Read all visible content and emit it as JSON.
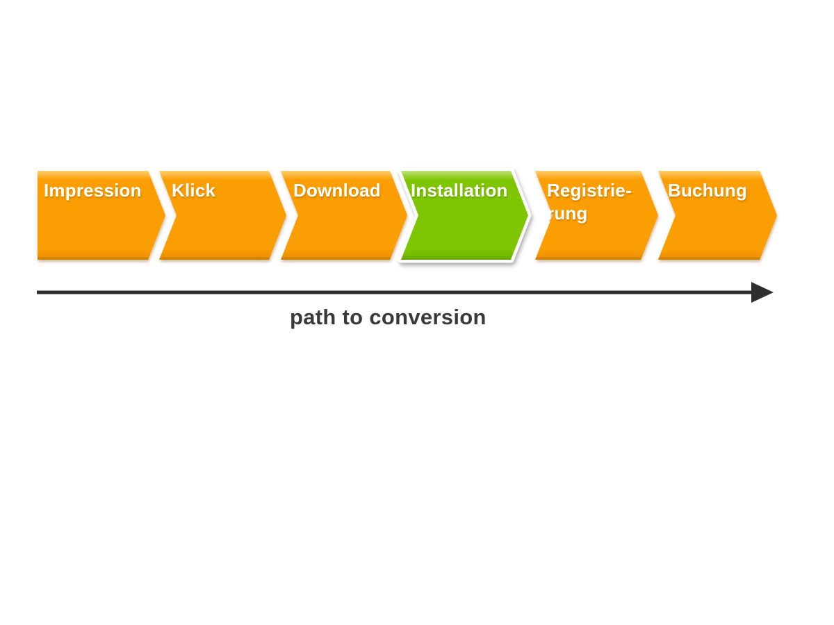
{
  "slide": {
    "steps": [
      {
        "label": "Impression",
        "state": "default"
      },
      {
        "label": "Klick",
        "state": "default"
      },
      {
        "label": "Download",
        "state": "default"
      },
      {
        "label": "Installation",
        "state": "highlighted"
      },
      {
        "label": "Registrie-\nrung",
        "state": "default"
      },
      {
        "label": "Buchung",
        "state": "default"
      }
    ],
    "caption": "path to conversion"
  },
  "colors": {
    "step_orange": "#FB9E03",
    "step_orange_light": "#FFCF70",
    "step_orange_shade": "#EE9100",
    "step_orange_dark": "#C87B00",
    "step_green": "#7EC603",
    "step_green_light": "#C2E37C",
    "step_green_shade": "#74B900",
    "step_green_dark": "#5E9E00",
    "step_outline_highlight": "#FFFFFF",
    "step_label_text": "#FFFFFF",
    "arrow": "#2E2E2E",
    "caption_text": "#3A3A3A",
    "background": "#FFFFFF"
  }
}
